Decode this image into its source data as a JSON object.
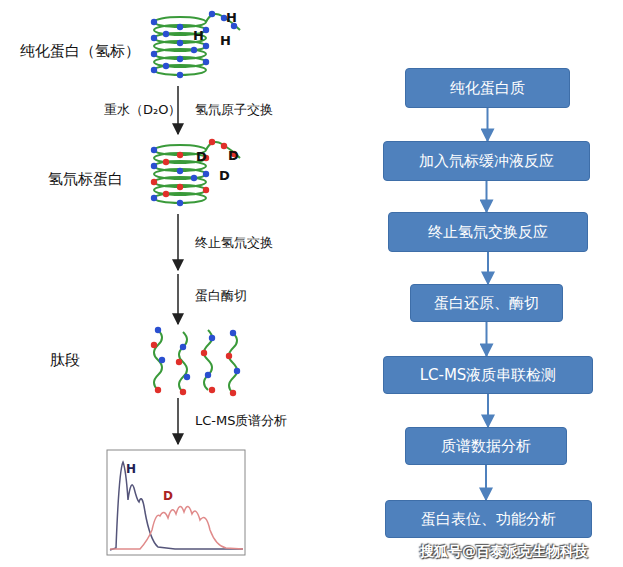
{
  "diagram": {
    "nodes": [
      {
        "text": [
          "纯化蛋白质"
        ]
      },
      {
        "text": [
          "加入氘标缓冲液反应"
        ]
      },
      {
        "text": [
          "终止氢氘交换反应"
        ]
      },
      {
        "text": [
          "蛋白还原、酶切"
        ]
      },
      {
        "text": [
          "LC-MS液质串联检测"
        ]
      },
      {
        "text": [
          "质谱数据分析"
        ]
      },
      {
        "text": [
          "蛋白表位、功能分析"
        ]
      }
    ],
    "edges": [
      {
        "from": 0,
        "to": 1,
        "arrow": "to"
      },
      {
        "from": 1,
        "to": 2,
        "arrow": "to"
      },
      {
        "from": 2,
        "to": 3,
        "arrow": "to"
      },
      {
        "from": 3,
        "to": 4,
        "arrow": "to"
      },
      {
        "from": 4,
        "to": 5,
        "arrow": "to"
      },
      {
        "from": 5,
        "to": 6,
        "arrow": "to"
      }
    ],
    "labels": [
      "纯化蛋白（氢标）",
      "H",
      "H",
      "H",
      "重水（D₂O）",
      "氢氘原子交换",
      "氢氘标蛋白",
      "D",
      "D",
      "D",
      "终止氢氘交换",
      "蛋白酶切",
      "肽段",
      "LC-MS质谱分析",
      "H",
      "D",
      "搜狐号@百泰派克生物科技"
    ]
  }
}
